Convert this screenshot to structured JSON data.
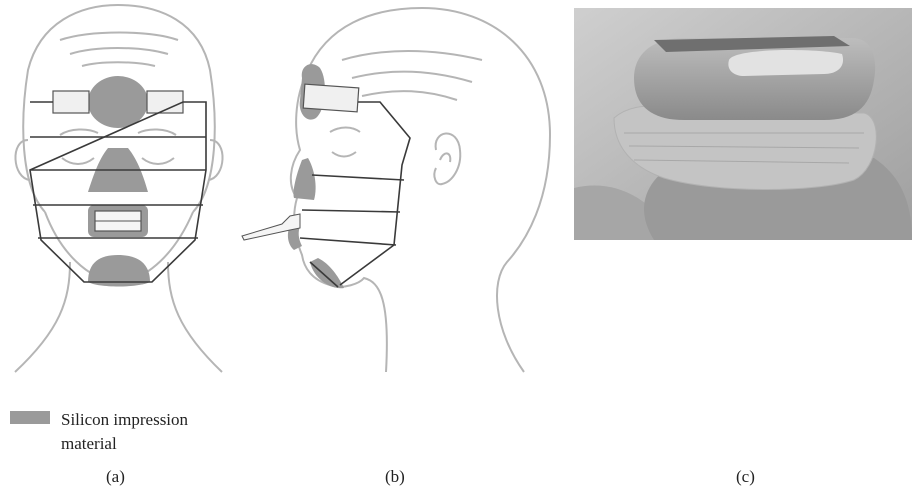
{
  "colors": {
    "impression": "#9a9a9a",
    "outline_face": "#b5b5b5",
    "mask_line": "#3a3a3a",
    "photo_bg": "#b9b9b9"
  },
  "legend": {
    "label": "Silicon impression material"
  },
  "panels": [
    {
      "id": "a",
      "caption": "(a)",
      "view": "frontal-face-diagram"
    },
    {
      "id": "b",
      "caption": "(b)",
      "view": "side-face-diagram"
    },
    {
      "id": "c",
      "caption": "(c)",
      "view": "photograph"
    }
  ]
}
